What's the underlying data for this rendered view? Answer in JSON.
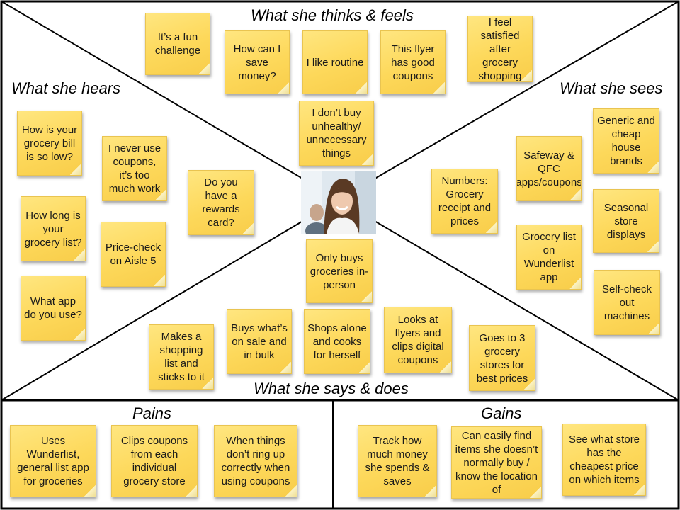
{
  "labels": {
    "thinks_feels": "What she thinks & feels",
    "hears": "What she hears",
    "sees": "What she sees",
    "says_does": "What she says & does",
    "pains": "Pains",
    "gains": "Gains"
  },
  "notes": {
    "thinks": [
      "It’s a fun challenge",
      "How can I save money?",
      "I like routine",
      "This flyer has good coupons",
      "I feel satisfied after grocery shopping",
      "I don’t buy unhealthy/ unnecessary things"
    ],
    "hears": [
      "How is your grocery bill is so low?",
      "I never use coupons, it’s too much work",
      "Do you have a rewards card?",
      "How long is your grocery list?",
      "Price-check on Aisle 5",
      "What app do you use?"
    ],
    "sees": [
      "Generic and cheap house brands",
      "Safeway & QFC apps/coupons",
      "Numbers: Grocery receipt and prices",
      "Seasonal store displays",
      "Grocery list on Wunderlist app",
      "Self-check out machines"
    ],
    "says": [
      "Only buys groceries in-person",
      "Buys what’s on sale and in bulk",
      "Shops alone and cooks for herself",
      "Looks at flyers and clips digital coupons",
      "Makes a shopping list and sticks to it",
      "Goes to 3 grocery stores for best prices"
    ],
    "pains": [
      "Uses Wunderlist, general list app for groceries",
      "Clips coupons from each individual grocery store",
      "When things don’t ring up correctly when using coupons"
    ],
    "gains": [
      "Track how much money she spends & saves",
      "Can easily find items she doesn’t normally buy / know the location of",
      "See what store has the cheapest price on which items"
    ]
  },
  "colors": {
    "note_fill": "#fdd85a",
    "line": "#000000"
  },
  "icons": {
    "portrait": "persona-photo"
  }
}
